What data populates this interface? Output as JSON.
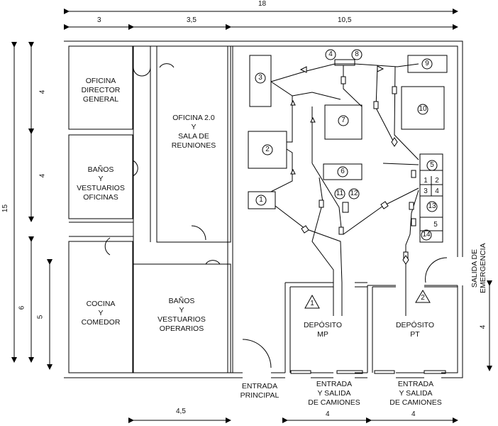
{
  "dimensions": {
    "top_total": "18",
    "top_a": "3",
    "top_b": "3,5",
    "top_c": "10,5",
    "left_total": "15",
    "left_a": "4",
    "left_b": "4",
    "left_c": "6",
    "left_d": "5",
    "bottom_a": "4,5",
    "bottom_b": "4",
    "bottom_c": "4",
    "right_a": "4"
  },
  "rooms": {
    "director": "OFICINA\nDIRECTOR\nGENERAL",
    "oficina20": "OFICINA 2.0\nY\nSALA DE\nREUNIONES",
    "banos_oficinas": "BAÑOS\nY\nVESTUARIOS\nOFICINAS",
    "cocina": "COCINA\nY\nCOMEDOR",
    "banos_operarios": "BAÑOS\nY\nVESTUARIOS\nOPERARIOS",
    "deposito_mp": "DEPÓSITO\nMP",
    "deposito_pt": "DEPÓSITO\nPT"
  },
  "entrances": {
    "principal": "ENTRADA\nPRINCIPAL",
    "camiones_1": "ENTRADA\nY SALIDA\nDE CAMIONES",
    "camiones_2": "ENTRADA\nY SALIDA\nDE CAMIONES",
    "emergencia": "SALIDA DE\nEMERGENCIA"
  },
  "stations": {
    "s1": "1",
    "s2": "2",
    "s3": "3",
    "s4": "4",
    "s5": "5",
    "s6": "6",
    "s7": "7",
    "s8": "8",
    "s9": "9",
    "s10": "10",
    "s11": "11",
    "s12": "12",
    "s13": "13",
    "s14": "14",
    "g1": "1",
    "g2": "2",
    "g3": "3",
    "g4": "4",
    "g5": "5",
    "t1": "1",
    "t2": "2"
  }
}
